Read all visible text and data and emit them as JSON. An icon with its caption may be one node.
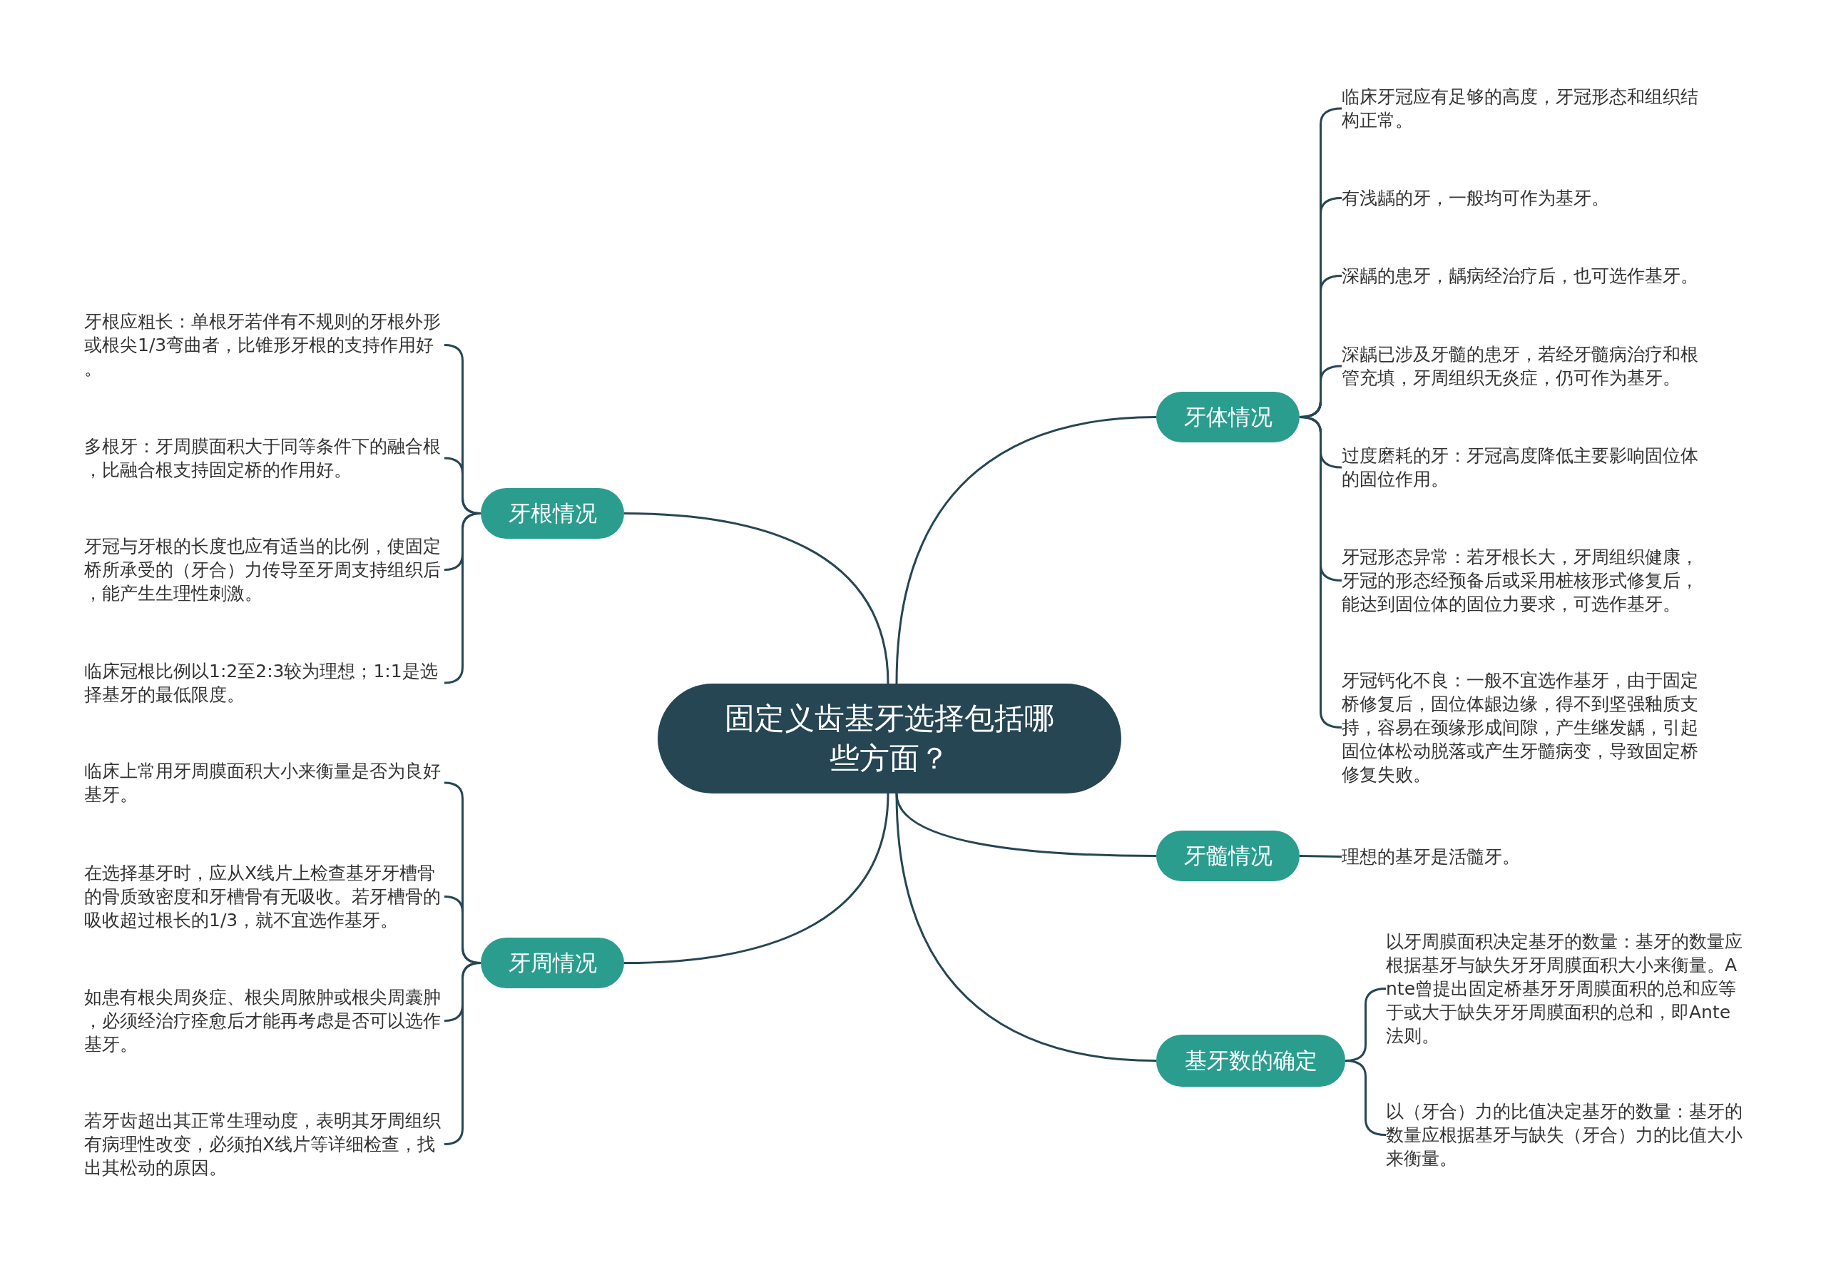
{
  "diagram": {
    "nodes": [
      {
        "text": [
          "固定义齿基牙选择包括哪些方面？"
        ]
      },
      {
        "text": [
          "牙根情况"
        ]
      },
      {
        "text": [
          "牙根应粗长：单根牙若伴有不规则的牙根外形或根尖1/3弯曲者，比锥形牙根的支持作用好。"
        ]
      },
      {
        "text": [
          "多根牙：牙周膜面积大于同等条件下的融合根，比融合根支持固定桥的作用好。"
        ]
      },
      {
        "text": [
          "牙冠与牙根的长度也应有适当的比例，使固定桥所承受的（牙合）力传导至牙周支持组织后，能产生生理性刺激。"
        ]
      },
      {
        "text": [
          "临床冠根比例以1:2至2:3较为理想；1:1是选择基牙的最低限度。"
        ]
      },
      {
        "text": [
          "牙周情况"
        ]
      },
      {
        "text": [
          "临床上常用牙周膜面积大小来衡量是否为良好基牙。"
        ]
      },
      {
        "text": [
          "在选择基牙时，应从X线片上检查基牙牙槽骨的骨质致密度和牙槽骨有无吸收。若牙槽骨的吸收超过根长的1/3，就不宜选作基牙。"
        ]
      },
      {
        "text": [
          "如患有根尖周炎症、根尖周脓肿或根尖周囊肿，必须经治疗痊愈后才能再考虑是否可以选作基牙。"
        ]
      },
      {
        "text": [
          "若牙齿超出其正常生理动度，表明其牙周组织有病理性改变，必须拍X线片等详细检查，找出其松动的原因。"
        ]
      },
      {
        "text": [
          "牙体情况"
        ]
      },
      {
        "text": [
          "临床牙冠应有足够的高度，牙冠形态和组织结构正常。"
        ]
      },
      {
        "text": [
          "有浅龋的牙，一般均可作为基牙。"
        ]
      },
      {
        "text": [
          "深龋的患牙，龋病经治疗后，也可选作基牙。"
        ]
      },
      {
        "text": [
          "深龋已涉及牙髓的患牙，若经牙髓病治疗和根管充填，牙周组织无炎症，仍可作为基牙。"
        ]
      },
      {
        "text": [
          "过度磨耗的牙：牙冠高度降低主要影响固位体的固位作用。"
        ]
      },
      {
        "text": [
          "牙冠形态异常：若牙根长大，牙周组织健康，牙冠的形态经预备后或采用桩核形式修复后，能达到固位体的固位力要求，可选作基牙。"
        ]
      },
      {
        "text": [
          "牙冠钙化不良：一般不宜选作基牙，由于固定桥修复后，固位体龈边缘，得不到坚强釉质支持，容易在颈缘形成间隙，产生继发龋，引起固位体松动脱落或产生牙髓病变，导致固定桥修复失败。"
        ]
      },
      {
        "text": [
          "牙髓情况"
        ]
      },
      {
        "text": [
          "理想的基牙是活髓牙。"
        ]
      },
      {
        "text": [
          "基牙数的确定"
        ]
      },
      {
        "text": [
          "以牙周膜面积决定基牙的数量：基牙的数量应根据基牙与缺失牙牙周膜面积大小来衡量。Ante曾提出固定桥基牙牙周膜面积的总和应等于或大于缺失牙牙周膜面积的总和，即Ante法则。"
        ]
      },
      {
        "text": [
          "以（牙合）力的比值决定基牙的数量：基牙的数量应根据基牙与缺失（牙合）力的比值大小来衡量。"
        ]
      }
    ],
    "edges": [
      {
        "from": 0,
        "to": 1,
        "arrow": "none"
      },
      {
        "from": 0,
        "to": 6,
        "arrow": "none"
      },
      {
        "from": 0,
        "to": 11,
        "arrow": "none"
      },
      {
        "from": 0,
        "to": 19,
        "arrow": "none"
      },
      {
        "from": 0,
        "to": 21,
        "arrow": "none"
      },
      {
        "from": 1,
        "to": 2,
        "arrow": "none"
      },
      {
        "from": 1,
        "to": 3,
        "arrow": "none"
      },
      {
        "from": 1,
        "to": 4,
        "arrow": "none"
      },
      {
        "from": 1,
        "to": 5,
        "arrow": "none"
      },
      {
        "from": 6,
        "to": 7,
        "arrow": "none"
      },
      {
        "from": 6,
        "to": 8,
        "arrow": "none"
      },
      {
        "from": 6,
        "to": 9,
        "arrow": "none"
      },
      {
        "from": 6,
        "to": 10,
        "arrow": "none"
      },
      {
        "from": 11,
        "to": 12,
        "arrow": "none"
      },
      {
        "from": 11,
        "to": 13,
        "arrow": "none"
      },
      {
        "from": 11,
        "to": 14,
        "arrow": "none"
      },
      {
        "from": 11,
        "to": 15,
        "arrow": "none"
      },
      {
        "from": 11,
        "to": 16,
        "arrow": "none"
      },
      {
        "from": 11,
        "to": 17,
        "arrow": "none"
      },
      {
        "from": 11,
        "to": 18,
        "arrow": "none"
      },
      {
        "from": 19,
        "to": 20,
        "arrow": "none"
      },
      {
        "from": 21,
        "to": 22,
        "arrow": "none"
      },
      {
        "from": 21,
        "to": 23,
        "arrow": "none"
      }
    ]
  }
}
